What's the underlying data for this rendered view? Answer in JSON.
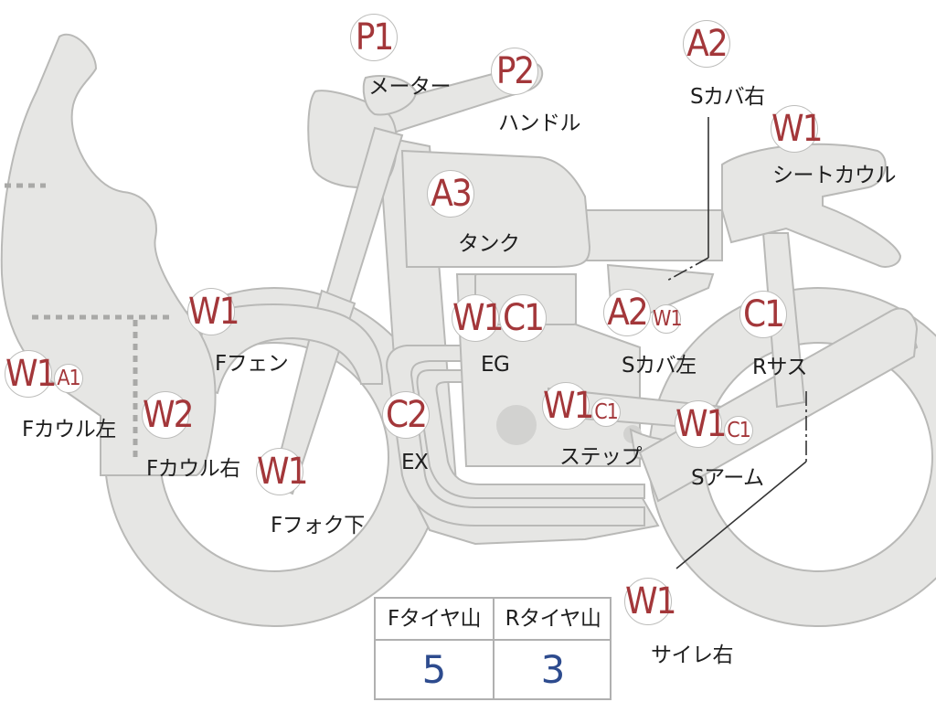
{
  "parts": [
    {
      "id": "meter",
      "label": "メーター",
      "codes": [
        "P1"
      ]
    },
    {
      "id": "handle",
      "label": "ハンドル",
      "codes": [
        "P2"
      ]
    },
    {
      "id": "side-cover-right",
      "label": "Sカバ右",
      "codes": [
        "A2"
      ]
    },
    {
      "id": "seat-cowl",
      "label": "シートカウル",
      "codes": [
        "W1"
      ]
    },
    {
      "id": "tank",
      "label": "タンク",
      "codes": [
        "A3"
      ]
    },
    {
      "id": "front-fender",
      "label": "Fフェン",
      "codes": [
        "W1"
      ]
    },
    {
      "id": "engine",
      "label": "EG",
      "codes": [
        "W1",
        "C1"
      ]
    },
    {
      "id": "side-cover-left",
      "label": "Sカバ左",
      "codes": [
        "A2",
        "W1"
      ]
    },
    {
      "id": "rear-suspension",
      "label": "Rサス",
      "codes": [
        "C1"
      ]
    },
    {
      "id": "front-cowl-left",
      "label": "Fカウル左",
      "codes": [
        "W1",
        "A1"
      ]
    },
    {
      "id": "front-cowl-right",
      "label": "Fカウル右",
      "codes": [
        "W2"
      ]
    },
    {
      "id": "exhaust",
      "label": "EX",
      "codes": [
        "C2"
      ]
    },
    {
      "id": "step",
      "label": "ステップ",
      "codes": [
        "W1",
        "C1"
      ]
    },
    {
      "id": "swing-arm",
      "label": "Sアーム",
      "codes": [
        "W1",
        "C1"
      ]
    },
    {
      "id": "front-fork-lower",
      "label": "Fフォク下",
      "codes": [
        "W1"
      ]
    },
    {
      "id": "silencer-right",
      "label": "サイレ右",
      "codes": [
        "W1"
      ]
    }
  ],
  "tread": {
    "front_label": "Fタイヤ山",
    "rear_label": "Rタイヤ山",
    "front_value": "5",
    "rear_value": "3"
  },
  "colors": {
    "code": "#a3373a",
    "tread_value": "#2d4b8e",
    "body_fill": "#e6e6e4"
  }
}
